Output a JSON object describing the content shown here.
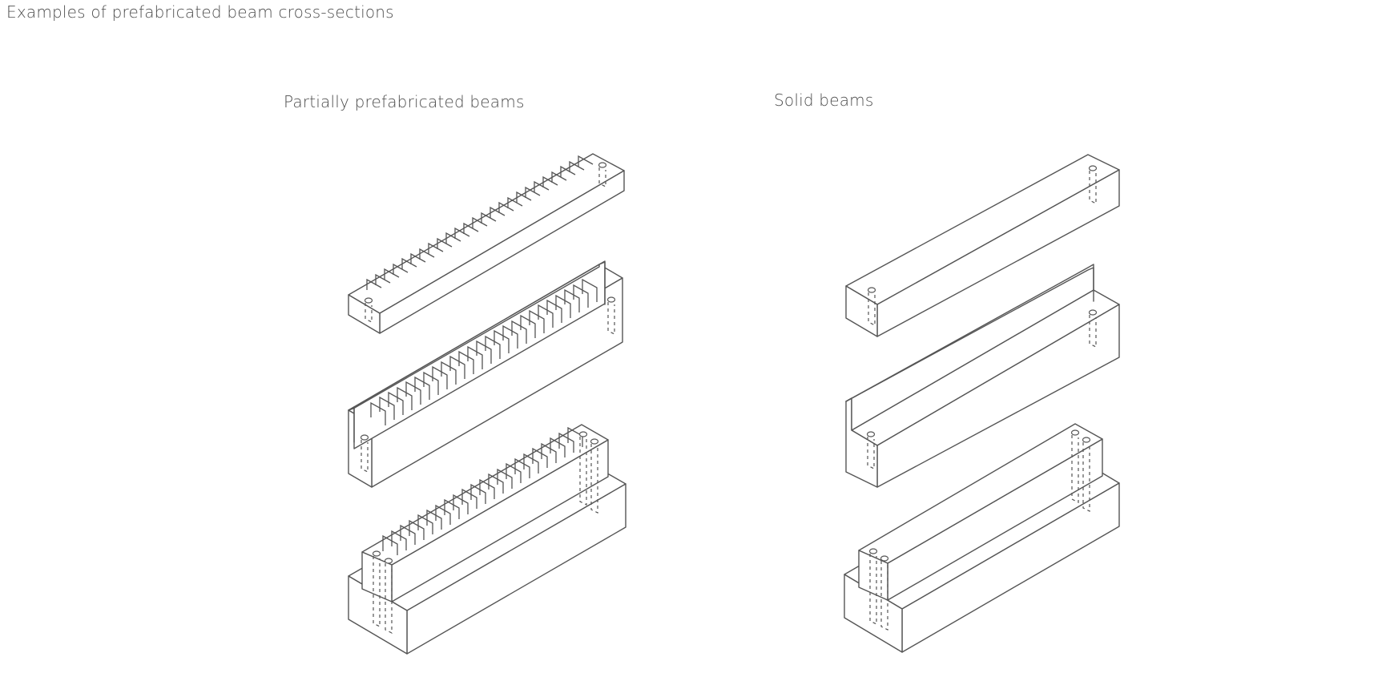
{
  "title": "Examples of prefabricated beam cross-sections",
  "sections": {
    "partial": {
      "label": "Partially prefabricated beams"
    },
    "solid": {
      "label": "Solid beams"
    }
  },
  "colors": {
    "line": "#555555",
    "text": "#4d4d4d",
    "background": "#ffffff"
  }
}
